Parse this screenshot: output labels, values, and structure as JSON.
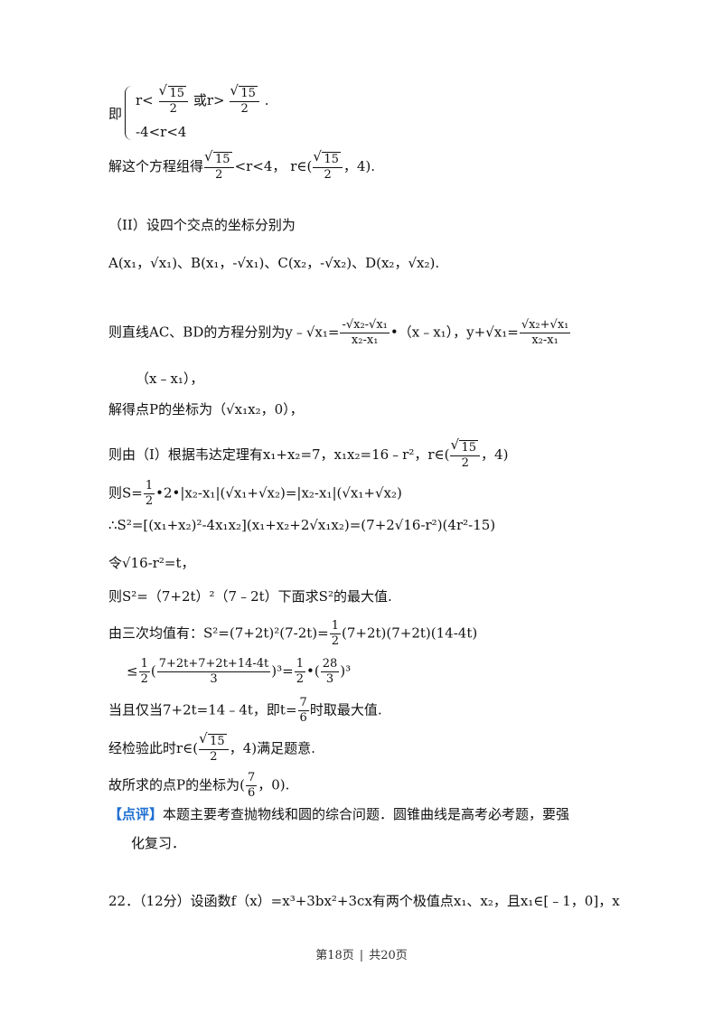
{
  "brace_prefix": "即",
  "brace_line1_a": "r<",
  "brace_line1_sqrt": "15",
  "brace_line1_den": "2",
  "brace_line1_or": "或r>",
  "brace_line1_end": ".",
  "brace_line2": "-4<r<4",
  "solve_line_a": "解这个方程组得",
  "solve_sqrt": "15",
  "solve_den": "2",
  "solve_line_b": "<r<4，",
  "solve_line_c": "r∈(",
  "solve_line_d": "，4).",
  "part2_title": "（II）设四个交点的坐标分别为",
  "points_line": "A(x₁，√x₁)、B(x₁，-√x₁)、C(x₂，-√x₂)、D(x₂，√x₂).",
  "lines_eq_a": "则直线AC、BD的方程分别为y﹣√x₁=",
  "lines_eq_num1": "-√x₂-√x₁",
  "lines_eq_den1": "x₂-x₁",
  "lines_eq_b": "•（x﹣x₁），y+√x₁=",
  "lines_eq_num2": "√x₂+√x₁",
  "lines_eq_den2": "x₂-x₁",
  "lines_eq_c": "（x﹣x₁），",
  "point_p": "解得点P的坐标为（√x₁x₂，0），",
  "vieta_a": "则由（I）根据韦达定理有x₁+x₂=7，x₁x₂=16﹣r²，",
  "vieta_b": "r∈(",
  "vieta_c": "，4)",
  "area_a": "则S=",
  "area_num": "1",
  "area_den": "2",
  "area_b": "•2•|x₂-x₁|(√x₁+√x₂)=|x₂-x₁|(√x₁+√x₂)",
  "s2_line": "∴S²=[(x₁+x₂)²-4x₁x₂](x₁+x₂+2√x₁x₂)=(7+2√16-r²)(4r²-15)",
  "let_line": "令√16-r²=t，",
  "then_line": "则S²=（7+2t）²（7﹣2t）下面求S²的最大值.",
  "amgm_a": "由三次均值有：S²=(7+2t)²(7-2t)=",
  "amgm_num": "1",
  "amgm_den": "2",
  "amgm_b": "(7+2t)(7+2t)(14-4t)",
  "ineq_a": "≤",
  "ineq_num1": "1",
  "ineq_den1": "2",
  "ineq_paren_num": "7+2t+7+2t+14-4t",
  "ineq_paren_den": "3",
  "ineq_b": ")³=",
  "ineq_num2": "1",
  "ineq_den2": "2",
  "ineq_c": "•(",
  "ineq_num3": "28",
  "ineq_den3": "3",
  "ineq_d": ")³",
  "equal_a": "当且仅当7+2t=14﹣4t，即",
  "equal_b": "t=",
  "equal_num": "7",
  "equal_den": "6",
  "equal_c": "时取最大值.",
  "check_a": "经检验此时",
  "check_b": "r∈(",
  "check_c": "，4)满足题意.",
  "answer_a": "故所求的点P的坐标为",
  "answer_num": "7",
  "answer_den": "6",
  "answer_b": "，0).",
  "comment_tag": "【点评】",
  "comment_text": "本题主要考查抛物线和圆的综合问题．圆锥曲线是高考必考题，要强",
  "comment_text2": "化复习．",
  "q22": "22．（12分）设函数f（x）=x³+3bx²+3cx有两个极值点x₁、x₂，且x₁∈[﹣1，0]，x",
  "footer_page": "第18页",
  "footer_sep": "|",
  "footer_total": "共20页"
}
